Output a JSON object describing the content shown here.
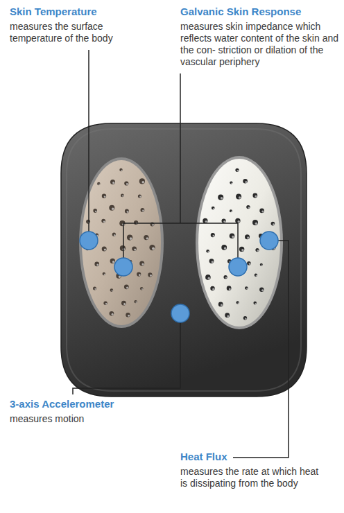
{
  "diagram": {
    "labels": [
      "Skin Temperature",
      "measures the surface temperature of the body",
      "Galvanic Skin Response",
      "measures skin impedance which reflects water content of the skin and the con- striction or dilation of the vascular periphery",
      "3-axis Accelerometer",
      "measures motion",
      "Heat Flux",
      "measures the rate at which heat is dissipating from the body"
    ]
  }
}
